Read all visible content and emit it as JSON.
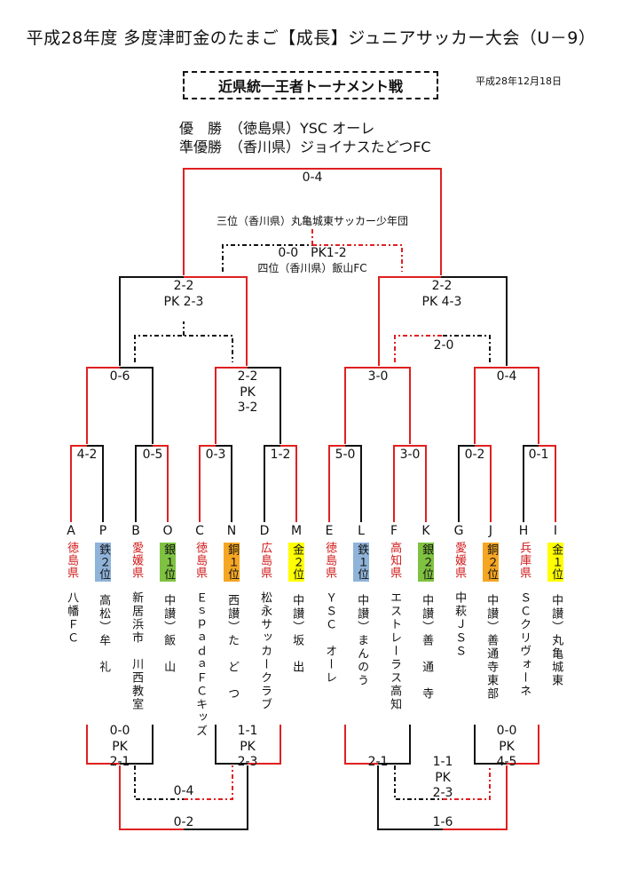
{
  "title": "平成28年度 多度津町金のたまご【成長】ジュニアサッカー大会（U－9）",
  "subtitle": "近県統一王者トーナメント戦",
  "date": "平成28年12月18日",
  "results": {
    "winner": "優　勝　（徳島県）YSC オーレ",
    "runner_up": "準優勝　（香川県）ジョイナスたどつFC",
    "third": "三位（香川県）丸亀城東サッカー少年団",
    "fourth": "四位（香川県）飯山FC"
  },
  "scores": {
    "final": "0-4",
    "third_place": "0-0　PK1-2",
    "semi_left": "2-2\nPK 2-3",
    "semi_right": "2-2\nPK 4-3",
    "cons_right_top": "2-0",
    "qf1": "0-6",
    "qf2": "2-2\nPK\n3-2",
    "qf3": "3-0",
    "qf4": "0-4",
    "r1": [
      "4-2",
      "0-5",
      "0-3",
      "1-2",
      "5-0",
      "3-0",
      "0-2",
      "0-1"
    ],
    "lower_left_a": "0-0\nPK\n2-1",
    "lower_left_b": "1-1\nPK\n2-3",
    "lower_left_c": "0-4",
    "lower_left_d": "0-2",
    "lower_right_a": "2-1",
    "lower_right_b": "0-0\nPK\n4-5",
    "lower_right_c": "1-1\nPK\n2-3",
    "lower_right_d": "1-6"
  },
  "colors": {
    "winner_line": "#e02020",
    "loser_line": "#111111",
    "prefecture": "#d01818",
    "gold": "#ffff00",
    "silver": "#7fc241",
    "bronze": "#f5a623",
    "iron": "#8fb3d9"
  },
  "teams": [
    {
      "letter": "A",
      "pref": "徳島県",
      "badge": "",
      "badge_color": "",
      "name": "八幡ＦＣ"
    },
    {
      "letter": "P",
      "pref": "",
      "badge": "鉄２位",
      "badge_color": "iron",
      "name": "高松）牟　礼"
    },
    {
      "letter": "B",
      "pref": "愛媛県",
      "badge": "",
      "badge_color": "",
      "name": "新居浜市　川西教室"
    },
    {
      "letter": "O",
      "pref": "",
      "badge": "銀１位",
      "badge_color": "silver",
      "name": "中讃）飯　山"
    },
    {
      "letter": "C",
      "pref": "徳島県",
      "badge": "",
      "badge_color": "",
      "name": "ＥｓｐａｄａＦＣキッズ"
    },
    {
      "letter": "N",
      "pref": "",
      "badge": "銅１位",
      "badge_color": "bronze",
      "name": "西讃）た　ど　つ"
    },
    {
      "letter": "D",
      "pref": "広島県",
      "badge": "",
      "badge_color": "",
      "name": "松永サッカークラブ"
    },
    {
      "letter": "M",
      "pref": "",
      "badge": "金２位",
      "badge_color": "gold",
      "name": "中讃）坂　出"
    },
    {
      "letter": "E",
      "pref": "徳島県",
      "badge": "",
      "badge_color": "",
      "name": "ＹＳＣ　オーレ"
    },
    {
      "letter": "L",
      "pref": "",
      "badge": "鉄１位",
      "badge_color": "iron",
      "name": "中讃）まんのう"
    },
    {
      "letter": "F",
      "pref": "高知県",
      "badge": "",
      "badge_color": "",
      "name": "エストレーラス高知"
    },
    {
      "letter": "K",
      "pref": "",
      "badge": "銀２位",
      "badge_color": "silver",
      "name": "中讃）善　通　寺"
    },
    {
      "letter": "G",
      "pref": "愛媛県",
      "badge": "",
      "badge_color": "",
      "name": "中萩ＪＳＳ"
    },
    {
      "letter": "J",
      "pref": "",
      "badge": "銅２位",
      "badge_color": "bronze",
      "name": "中讃）善通寺東部"
    },
    {
      "letter": "H",
      "pref": "兵庫県",
      "badge": "",
      "badge_color": "",
      "name": "ＳＣクリヴォーネ"
    },
    {
      "letter": "I",
      "pref": "",
      "badge": "金１位",
      "badge_color": "gold",
      "name": "中讃）丸亀城東"
    }
  ]
}
